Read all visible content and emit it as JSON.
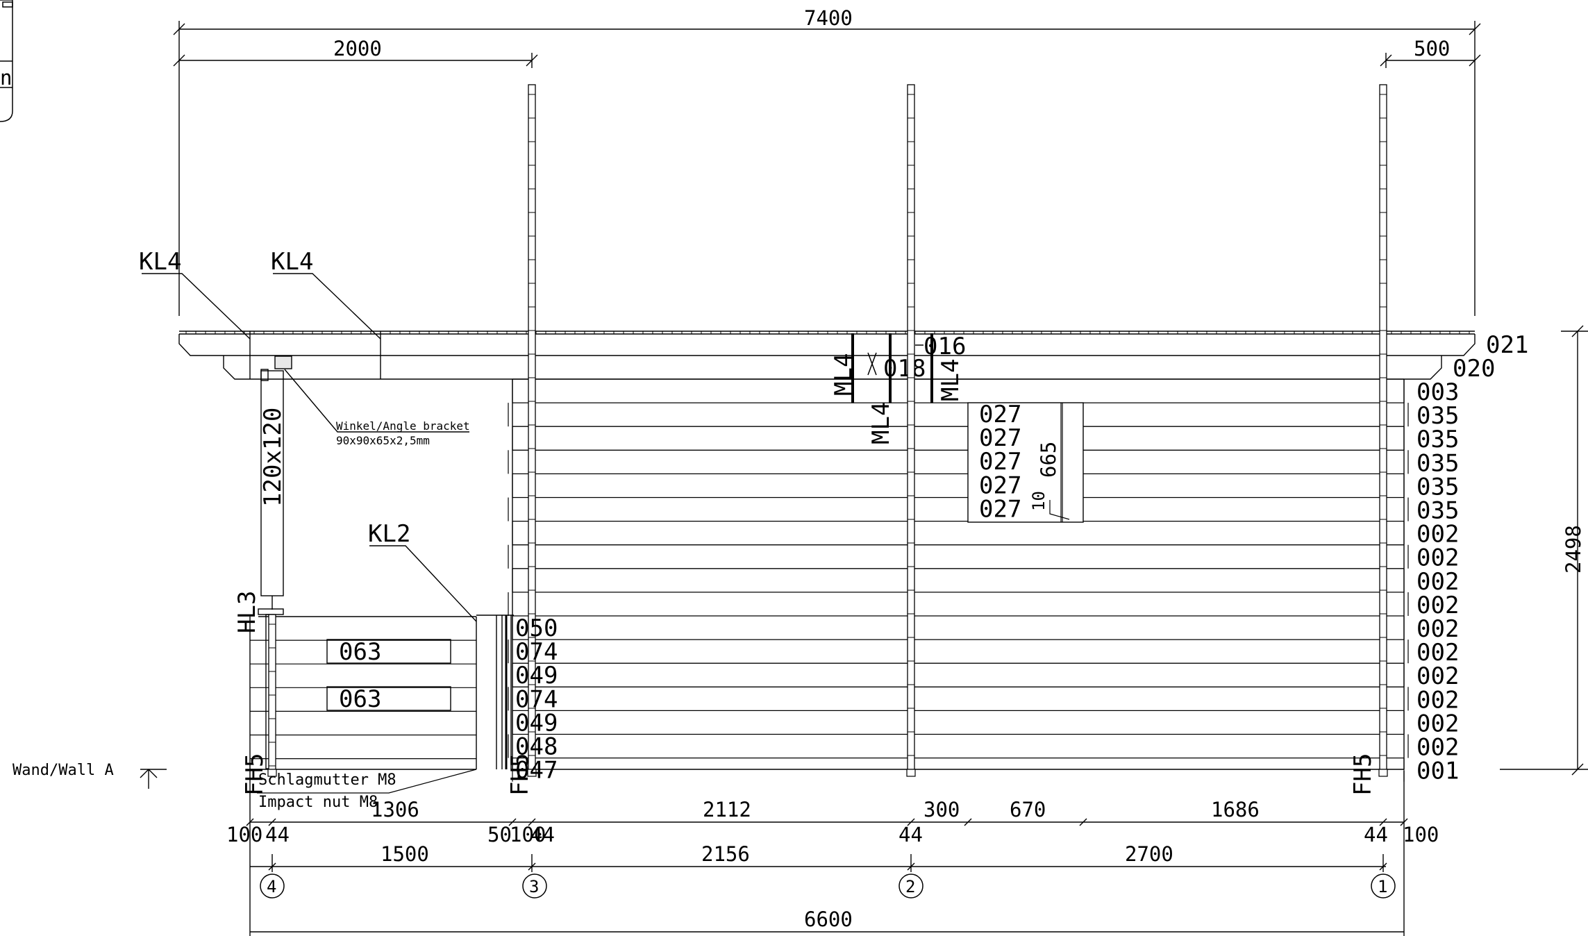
{
  "dims": {
    "overall_top": "7400",
    "left_top": "2000",
    "right_top": "500",
    "height_right": "2498",
    "window_height": "665",
    "window_gap": "10",
    "bottom_row1": [
      "1306",
      "2112",
      "300",
      "670",
      "1686"
    ],
    "bottom_row2": [
      "100",
      "44",
      "50",
      "100",
      "44",
      "44",
      "44",
      "100"
    ],
    "bottom_row3": [
      "1500",
      "2156",
      "2700"
    ],
    "overall_bottom": "6600"
  },
  "axes": [
    "4",
    "3",
    "2",
    "1"
  ],
  "labels": {
    "kl4_left": "KL4",
    "kl4_right": "KL4",
    "kl2": "KL2",
    "hl3": "HL3",
    "post_size": "120x120",
    "fh5_left": "FH5",
    "fh5_mid": "FH5",
    "fh5_right": "FH5",
    "ml4_a": "ML4",
    "ml4_b": "ML4",
    "ml4_c": "ML4",
    "p016": "016",
    "p018": "018",
    "angle_title": "Winkel/Angle bracket",
    "angle_size": "90x90x65x2,5mm",
    "nut1": "Schlagmutter M8",
    "nut2": "Impact nut M8",
    "wall": "Wand/Wall  A"
  },
  "right_parts": [
    "021",
    "020",
    "003",
    "035",
    "035",
    "035",
    "035",
    "035",
    "002",
    "002",
    "002",
    "002",
    "002",
    "002",
    "002",
    "002",
    "002",
    "002",
    "001"
  ],
  "window_parts": [
    "027",
    "027",
    "027",
    "027",
    "027"
  ],
  "door_parts": [
    "050",
    "074",
    "049",
    "074",
    "049",
    "048",
    "047"
  ],
  "left_parts": [
    "063",
    "063"
  ],
  "left_edge_text": "n"
}
